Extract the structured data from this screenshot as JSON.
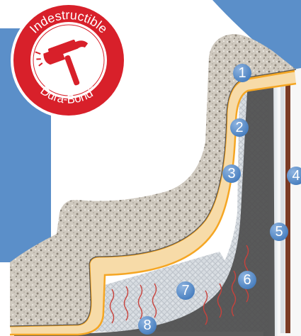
{
  "badge": {
    "top_text": "Indestructible",
    "bottom_text": "Dura-Bond",
    "trademark": "™",
    "icon": "hammer-icon"
  },
  "callouts": [
    {
      "label": "1"
    },
    {
      "label": "2"
    },
    {
      "label": "3"
    },
    {
      "label": "4"
    },
    {
      "label": "5"
    },
    {
      "label": "6"
    },
    {
      "label": "7"
    },
    {
      "label": "8"
    }
  ],
  "colors": {
    "accent_blue": "#5b8fc9",
    "marker_blue": "#4f86c6",
    "badge_red": "#d8202a",
    "liner_orange": "#f5a623",
    "cushion_cream": "#f7dba8",
    "heat_red": "#c9423c"
  }
}
